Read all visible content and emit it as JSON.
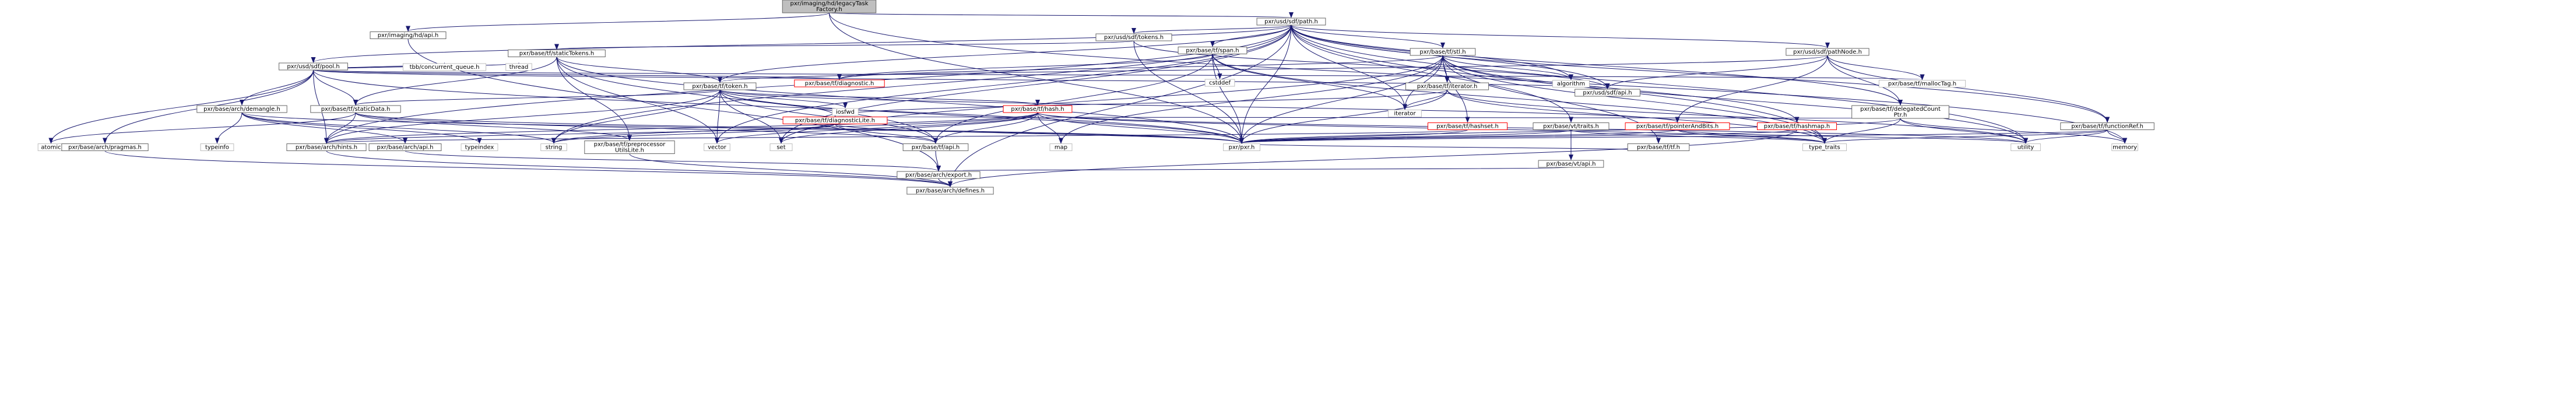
{
  "graph": {
    "nodes": [
      {
        "id": "factory",
        "label": [
          "pxr/imaging/hd/legacyTask",
          "Factory.h"
        ],
        "kind": "root"
      },
      {
        "id": "path",
        "label": [
          "pxr/usd/sdf/path.h"
        ],
        "kind": "file"
      },
      {
        "id": "hdapi",
        "label": [
          "pxr/imaging/hd/api.h"
        ],
        "kind": "file"
      },
      {
        "id": "pool",
        "label": [
          "pxr/usd/sdf/pool.h"
        ],
        "kind": "file"
      },
      {
        "id": "tokens",
        "label": [
          "pxr/usd/sdf/tokens.h"
        ],
        "kind": "file"
      },
      {
        "id": "span",
        "label": [
          "pxr/base/tf/span.h"
        ],
        "kind": "file"
      },
      {
        "id": "stl",
        "label": [
          "pxr/base/tf/stl.h"
        ],
        "kind": "file"
      },
      {
        "id": "pathNode",
        "label": [
          "pxr/usd/sdf/pathNode.h"
        ],
        "kind": "file"
      },
      {
        "id": "tbb",
        "label": [
          "tbb/concurrent_queue.h"
        ],
        "kind": "leaf"
      },
      {
        "id": "thread",
        "label": [
          "thread"
        ],
        "kind": "leaf"
      },
      {
        "id": "staticTokens",
        "label": [
          "pxr/base/tf/staticTokens.h"
        ],
        "kind": "file"
      },
      {
        "id": "cstddef",
        "label": [
          "cstddef"
        ],
        "kind": "leaf"
      },
      {
        "id": "diagnostic",
        "label": [
          "pxr/base/tf/diagnostic.h"
        ],
        "kind": "red"
      },
      {
        "id": "sdfapi",
        "label": [
          "pxr/usd/sdf/api.h"
        ],
        "kind": "file"
      },
      {
        "id": "iteratorh",
        "label": [
          "pxr/base/tf/iterator.h"
        ],
        "kind": "file"
      },
      {
        "id": "algorithm",
        "label": [
          "algorithm"
        ],
        "kind": "leaf"
      },
      {
        "id": "delegated",
        "label": [
          "pxr/base/tf/delegatedCount",
          "Ptr.h"
        ],
        "kind": "file"
      },
      {
        "id": "mallocTag",
        "label": [
          "pxr/base/tf/mallocTag.h"
        ],
        "kind": "leaf"
      },
      {
        "id": "token",
        "label": [
          "pxr/base/tf/token.h"
        ],
        "kind": "file"
      },
      {
        "id": "staticData",
        "label": [
          "pxr/base/tf/staticData.h"
        ],
        "kind": "file"
      },
      {
        "id": "demangle",
        "label": [
          "pxr/base/arch/demangle.h"
        ],
        "kind": "file"
      },
      {
        "id": "diagLite",
        "label": [
          "pxr/base/tf/diagnosticLite.h"
        ],
        "kind": "red"
      },
      {
        "id": "hash",
        "label": [
          "pxr/base/tf/hash.h"
        ],
        "kind": "red"
      },
      {
        "id": "iosfwd",
        "label": [
          "iosfwd"
        ],
        "kind": "leaf"
      },
      {
        "id": "hashset",
        "label": [
          "pxr/base/tf/hashset.h"
        ],
        "kind": "red"
      },
      {
        "id": "vttraits",
        "label": [
          "pxr/base/vt/traits.h"
        ],
        "kind": "file"
      },
      {
        "id": "pointerAndBits",
        "label": [
          "pxr/base/tf/pointerAndBits.h"
        ],
        "kind": "red"
      },
      {
        "id": "hashmap",
        "label": [
          "pxr/base/tf/hashmap.h"
        ],
        "kind": "red"
      },
      {
        "id": "functionRef",
        "label": [
          "pxr/base/tf/functionRef.h"
        ],
        "kind": "file"
      },
      {
        "id": "atomic",
        "label": [
          "atomic"
        ],
        "kind": "leaf"
      },
      {
        "id": "pragmas",
        "label": [
          "pxr/base/arch/pragmas.h"
        ],
        "kind": "file"
      },
      {
        "id": "typeinfo",
        "label": [
          "typeinfo"
        ],
        "kind": "leaf"
      },
      {
        "id": "hints",
        "label": [
          "pxr/base/arch/hints.h"
        ],
        "kind": "file"
      },
      {
        "id": "archapi",
        "label": [
          "pxr/base/arch/api.h"
        ],
        "kind": "file"
      },
      {
        "id": "typeindex",
        "label": [
          "typeindex"
        ],
        "kind": "leaf"
      },
      {
        "id": "string",
        "label": [
          "string"
        ],
        "kind": "leaf"
      },
      {
        "id": "preproc",
        "label": [
          "pxr/base/tf/preprocessor",
          "UtilsLite.h"
        ],
        "kind": "file"
      },
      {
        "id": "vector",
        "label": [
          "vector"
        ],
        "kind": "leaf"
      },
      {
        "id": "set",
        "label": [
          "set"
        ],
        "kind": "leaf"
      },
      {
        "id": "tfapi",
        "label": [
          "pxr/base/tf/api.h"
        ],
        "kind": "file"
      },
      {
        "id": "map",
        "label": [
          "map"
        ],
        "kind": "leaf"
      },
      {
        "id": "pxrh",
        "label": [
          "pxr/pxr.h"
        ],
        "kind": "leaf"
      },
      {
        "id": "vtapi",
        "label": [
          "pxr/base/vt/api.h"
        ],
        "kind": "file"
      },
      {
        "id": "tfh",
        "label": [
          "pxr/base/tf/tf.h"
        ],
        "kind": "file"
      },
      {
        "id": "typetraits",
        "label": [
          "type_traits"
        ],
        "kind": "leaf"
      },
      {
        "id": "utility",
        "label": [
          "utility"
        ],
        "kind": "leaf"
      },
      {
        "id": "memory",
        "label": [
          "memory"
        ],
        "kind": "leaf"
      },
      {
        "id": "iterator",
        "label": [
          "iterator"
        ],
        "kind": "leaf"
      },
      {
        "id": "exporth",
        "label": [
          "pxr/base/arch/export.h"
        ],
        "kind": "file"
      },
      {
        "id": "defines",
        "label": [
          "pxr/base/arch/defines.h"
        ],
        "kind": "file"
      }
    ],
    "edges": [
      [
        "factory",
        "path"
      ],
      [
        "factory",
        "hdapi"
      ],
      [
        "factory",
        "pxrh"
      ],
      [
        "factory",
        "memory"
      ],
      [
        "hdapi",
        "exporth"
      ],
      [
        "path",
        "pool"
      ],
      [
        "path",
        "tokens"
      ],
      [
        "path",
        "span"
      ],
      [
        "path",
        "stl"
      ],
      [
        "path",
        "pathNode"
      ],
      [
        "path",
        "sdfapi"
      ],
      [
        "path",
        "delegated"
      ],
      [
        "path",
        "token"
      ],
      [
        "path",
        "pxrh"
      ],
      [
        "path",
        "iterator"
      ],
      [
        "path",
        "algorithm"
      ],
      [
        "path",
        "set"
      ],
      [
        "path",
        "string"
      ],
      [
        "path",
        "vector"
      ],
      [
        "path",
        "utility"
      ],
      [
        "path",
        "functionRef"
      ],
      [
        "path",
        "vttraits"
      ],
      [
        "path",
        "hints"
      ],
      [
        "path",
        "defines"
      ],
      [
        "path",
        "typetraits"
      ],
      [
        "pool",
        "tbb"
      ],
      [
        "pool",
        "thread"
      ],
      [
        "pool",
        "atomic"
      ],
      [
        "pool",
        "demangle"
      ],
      [
        "pool",
        "staticData"
      ],
      [
        "pool",
        "pragmas"
      ],
      [
        "pool",
        "hints"
      ],
      [
        "pool",
        "diagnostic"
      ],
      [
        "pool",
        "pxrh"
      ],
      [
        "pool",
        "sdfapi"
      ],
      [
        "pool",
        "mallocTag"
      ],
      [
        "tokens",
        "staticTokens"
      ],
      [
        "tokens",
        "sdfapi"
      ],
      [
        "tokens",
        "pxrh"
      ],
      [
        "staticTokens",
        "token"
      ],
      [
        "staticTokens",
        "staticData"
      ],
      [
        "staticTokens",
        "preproc"
      ],
      [
        "staticTokens",
        "vector"
      ],
      [
        "staticTokens",
        "pxrh"
      ],
      [
        "staticTokens",
        "tfapi"
      ],
      [
        "span",
        "cstddef"
      ],
      [
        "span",
        "diagnostic"
      ],
      [
        "span",
        "tfapi"
      ],
      [
        "span",
        "pxrh"
      ],
      [
        "span",
        "iterator"
      ],
      [
        "span",
        "typetraits"
      ],
      [
        "stl",
        "iteratorh"
      ],
      [
        "stl",
        "hashmap"
      ],
      [
        "stl",
        "hashset"
      ],
      [
        "stl",
        "pxrh"
      ],
      [
        "stl",
        "algorithm"
      ],
      [
        "stl",
        "iterator"
      ],
      [
        "stl",
        "map"
      ],
      [
        "stl",
        "set"
      ],
      [
        "stl",
        "utility"
      ],
      [
        "stl",
        "diagnostic"
      ],
      [
        "stl",
        "tfh"
      ],
      [
        "stl",
        "typetraits"
      ],
      [
        "pathNode",
        "delegated"
      ],
      [
        "pathNode",
        "functionRef"
      ],
      [
        "pathNode",
        "mallocTag"
      ],
      [
        "pathNode",
        "sdfapi"
      ],
      [
        "pathNode",
        "pointerAndBits"
      ],
      [
        "pathNode",
        "token"
      ],
      [
        "delegated",
        "diagLite"
      ],
      [
        "delegated",
        "memory"
      ],
      [
        "delegated",
        "typetraits"
      ],
      [
        "delegated",
        "utility"
      ],
      [
        "delegated",
        "pxrh"
      ],
      [
        "functionRef",
        "pxrh"
      ],
      [
        "functionRef",
        "memory"
      ],
      [
        "functionRef",
        "typetraits"
      ],
      [
        "functionRef",
        "utility"
      ],
      [
        "iteratorh",
        "diagLite"
      ],
      [
        "iteratorh",
        "typetraits"
      ],
      [
        "iteratorh",
        "iterator"
      ],
      [
        "iteratorh",
        "utility"
      ],
      [
        "iteratorh",
        "pxrh"
      ],
      [
        "token",
        "staticData"
      ],
      [
        "token",
        "hash"
      ],
      [
        "token",
        "diagLite"
      ],
      [
        "token",
        "pointerAndBits"
      ],
      [
        "token",
        "tfapi"
      ],
      [
        "token",
        "iosfwd"
      ],
      [
        "token",
        "string"
      ],
      [
        "token",
        "vector"
      ],
      [
        "token",
        "set"
      ],
      [
        "token",
        "pxrh"
      ],
      [
        "token",
        "hints"
      ],
      [
        "staticData",
        "preproc"
      ],
      [
        "staticData",
        "atomic"
      ],
      [
        "staticData",
        "hints"
      ],
      [
        "staticData",
        "pxrh"
      ],
      [
        "staticData",
        "tfapi"
      ],
      [
        "demangle",
        "pxrh"
      ],
      [
        "demangle",
        "archapi"
      ],
      [
        "demangle",
        "string"
      ],
      [
        "demangle",
        "typeinfo"
      ],
      [
        "demangle",
        "typeindex"
      ],
      [
        "diagLite",
        "tfapi"
      ],
      [
        "diagLite",
        "pxrh"
      ],
      [
        "diagLite",
        "string"
      ],
      [
        "diagLite",
        "hints"
      ],
      [
        "hash",
        "tfapi"
      ],
      [
        "hash",
        "pxrh"
      ],
      [
        "hash",
        "hints"
      ],
      [
        "hash",
        "map"
      ],
      [
        "hash",
        "set"
      ],
      [
        "hash",
        "string"
      ],
      [
        "hash",
        "vector"
      ],
      [
        "hash",
        "typetraits"
      ],
      [
        "hash",
        "utility"
      ],
      [
        "hashset",
        "pxrh"
      ],
      [
        "hashset",
        "hints"
      ],
      [
        "vttraits",
        "vtapi"
      ],
      [
        "vttraits",
        "pxrh"
      ],
      [
        "vttraits",
        "typetraits"
      ],
      [
        "pointerAndBits",
        "pxrh"
      ],
      [
        "pointerAndBits",
        "typetraits"
      ],
      [
        "pointerAndBits",
        "utility"
      ],
      [
        "hashmap",
        "pxrh"
      ],
      [
        "hashmap",
        "defines"
      ],
      [
        "vtapi",
        "exporth"
      ],
      [
        "tfapi",
        "exporth"
      ],
      [
        "archapi",
        "exporth"
      ],
      [
        "pragmas",
        "defines"
      ],
      [
        "hints",
        "defines"
      ],
      [
        "preproc",
        "defines"
      ],
      [
        "exporth",
        "defines"
      ],
      [
        "tfh",
        "pxrh"
      ]
    ]
  }
}
